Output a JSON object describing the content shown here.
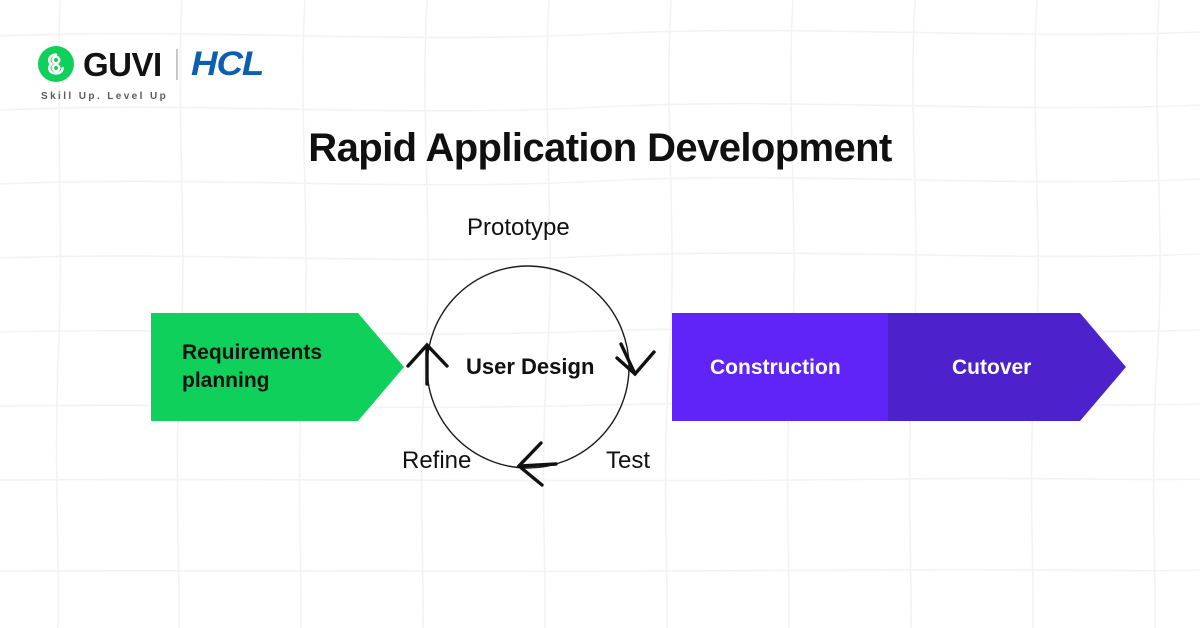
{
  "brand": {
    "guvi_name": "GUVI",
    "guvi_tagline": "Skill Up. Level Up",
    "partner_name": "HCL",
    "guvi_green": "#0FD05A",
    "hcl_blue": "#0B5FB0"
  },
  "header": {
    "title": "Rapid Application Development"
  },
  "diagram": {
    "type": "process-flow",
    "stages": [
      {
        "label": "Requirements\nplanning",
        "color": "#0FD05A",
        "text_color": "#111111"
      },
      {
        "label": "User Design",
        "color": "#ffffff",
        "text_color": "#111111"
      },
      {
        "label": "Construction",
        "color": "#6023F8",
        "text_color": "#ffffff"
      },
      {
        "label": "Cutover",
        "color": "#4D21CC",
        "text_color": "#ffffff"
      }
    ],
    "cycle": {
      "center_label": "User Design",
      "steps": [
        {
          "label": "Prototype",
          "position": "top"
        },
        {
          "label": "Test",
          "position": "bottom-right"
        },
        {
          "label": "Refine",
          "position": "bottom-left"
        }
      ],
      "direction": "clockwise"
    }
  },
  "background": {
    "grid_color": "#f4f4f4"
  }
}
